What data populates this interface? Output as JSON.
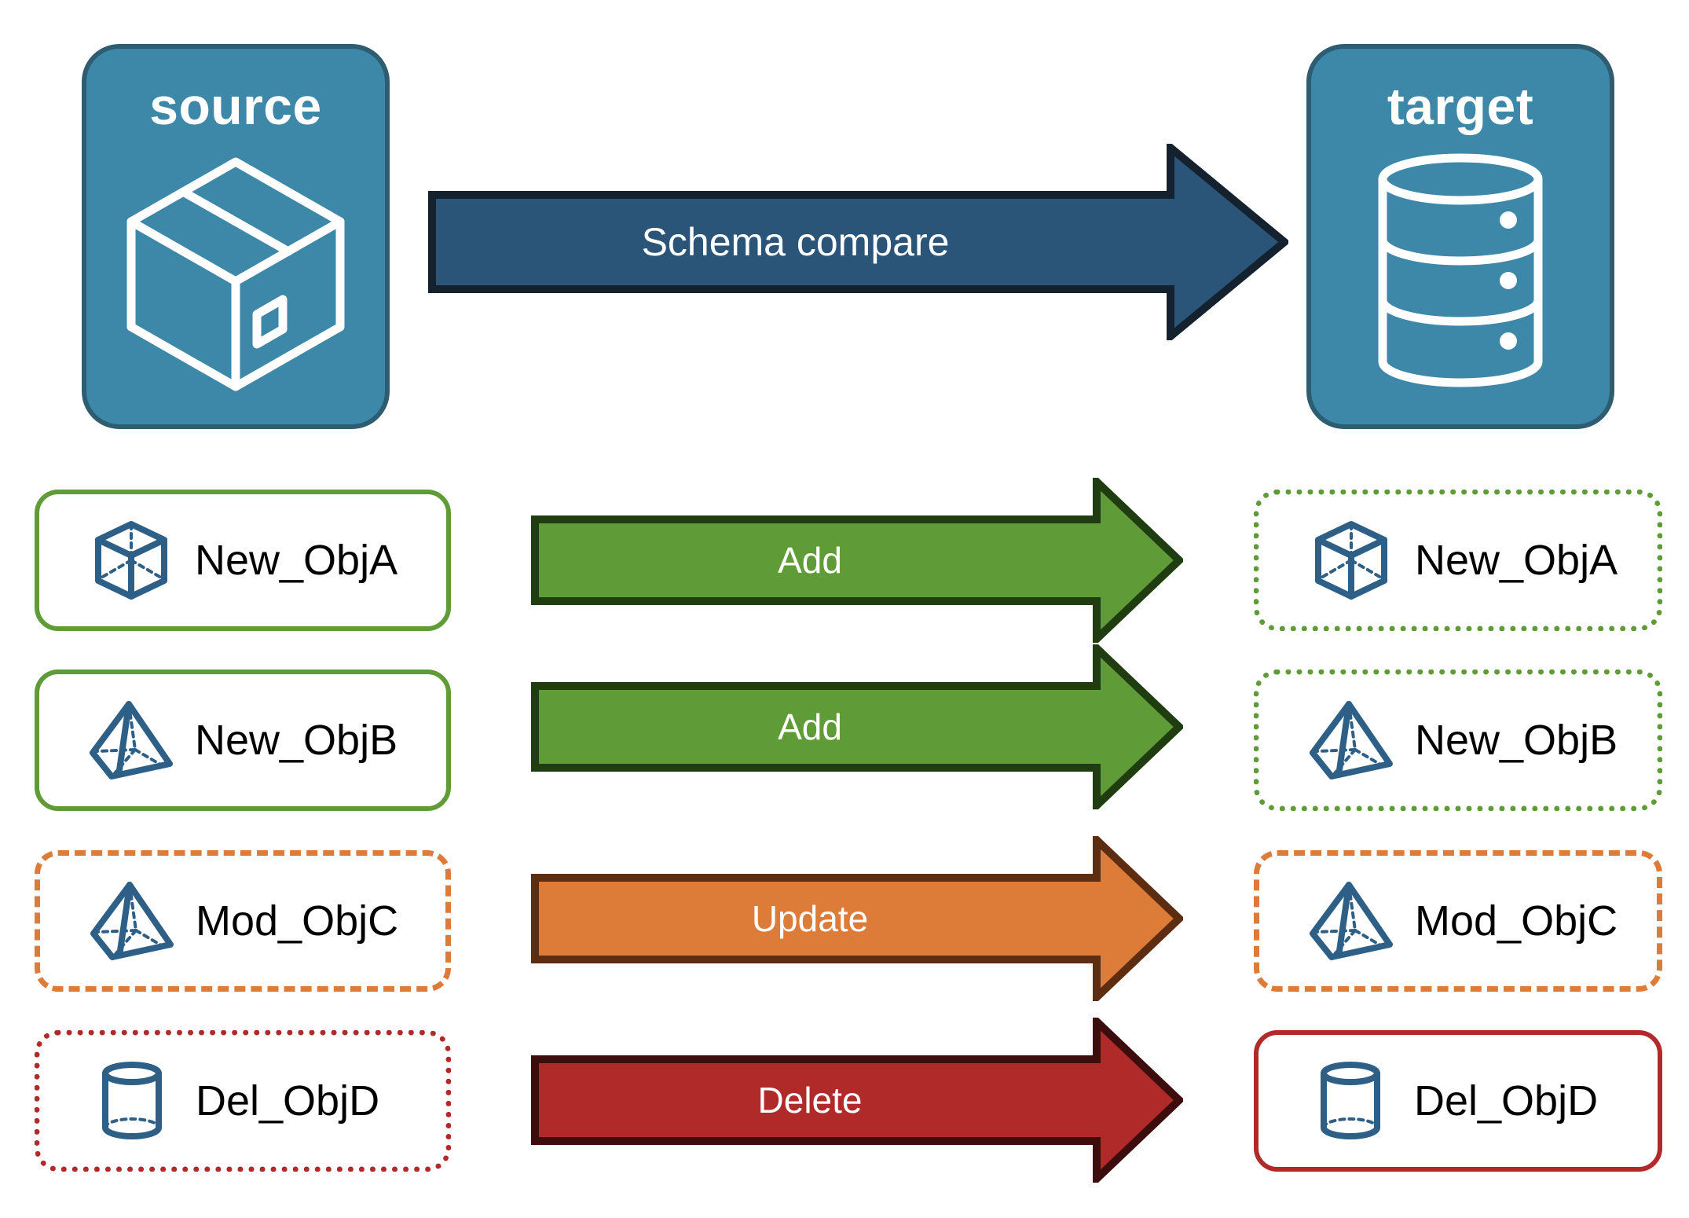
{
  "diagram": {
    "title": "Schema compare source to target",
    "endpoints": [
      {
        "id": "source",
        "label": "source",
        "icon": "package-box-icon"
      },
      {
        "id": "target",
        "label": "target",
        "icon": "database-cylinder-icon"
      }
    ],
    "main_arrow": {
      "label": "Schema compare",
      "fill": "#2a5578",
      "stroke": "#14212e",
      "text_color": "#ffffff"
    },
    "colors": {
      "endpoint_fill": "#3d87a8",
      "endpoint_stroke": "#2e5c70",
      "object_icon": "#2e6087",
      "add_fill": "#5f9c38",
      "add_stroke": "#1f3d11",
      "update_fill": "#dd7c39",
      "update_stroke": "#5d2d11",
      "delete_fill": "#b12a2a",
      "delete_stroke": "#3d0d0d",
      "border_add": "#5f9c38",
      "border_update": "#dd7c39",
      "border_delete": "#b12a2a"
    },
    "rows": [
      {
        "id": "row-a",
        "source": {
          "label": "New_ObjA",
          "icon": "wireframe-cube-icon",
          "border_style": "solid",
          "border_color": "#5f9c38"
        },
        "action": {
          "label": "Add",
          "fill": "#5f9c38",
          "stroke": "#1f3d11"
        },
        "target": {
          "label": "New_ObjA",
          "icon": "wireframe-cube-icon",
          "border_style": "dotted",
          "border_color": "#5f9c38"
        }
      },
      {
        "id": "row-b",
        "source": {
          "label": "New_ObjB",
          "icon": "wireframe-pyramid-icon",
          "border_style": "solid",
          "border_color": "#5f9c38"
        },
        "action": {
          "label": "Add",
          "fill": "#5f9c38",
          "stroke": "#1f3d11"
        },
        "target": {
          "label": "New_ObjB",
          "icon": "wireframe-pyramid-icon",
          "border_style": "dotted",
          "border_color": "#5f9c38"
        }
      },
      {
        "id": "row-c",
        "source": {
          "label": "Mod_ObjC",
          "icon": "wireframe-pyramid-icon",
          "border_style": "dashed",
          "border_color": "#dd7c39"
        },
        "action": {
          "label": "Update",
          "fill": "#dd7c39",
          "stroke": "#5d2d11"
        },
        "target": {
          "label": "Mod_ObjC",
          "icon": "wireframe-pyramid-icon",
          "border_style": "dashed",
          "border_color": "#dd7c39"
        }
      },
      {
        "id": "row-d",
        "source": {
          "label": "Del_ObjD",
          "icon": "wireframe-cylinder-icon",
          "border_style": "dotted",
          "border_color": "#b12a2a"
        },
        "action": {
          "label": "Delete",
          "fill": "#b12a2a",
          "stroke": "#3d0d0d"
        },
        "target": {
          "label": "Del_ObjD",
          "icon": "wireframe-cylinder-icon",
          "border_style": "solid",
          "border_color": "#b12a2a"
        }
      }
    ]
  }
}
